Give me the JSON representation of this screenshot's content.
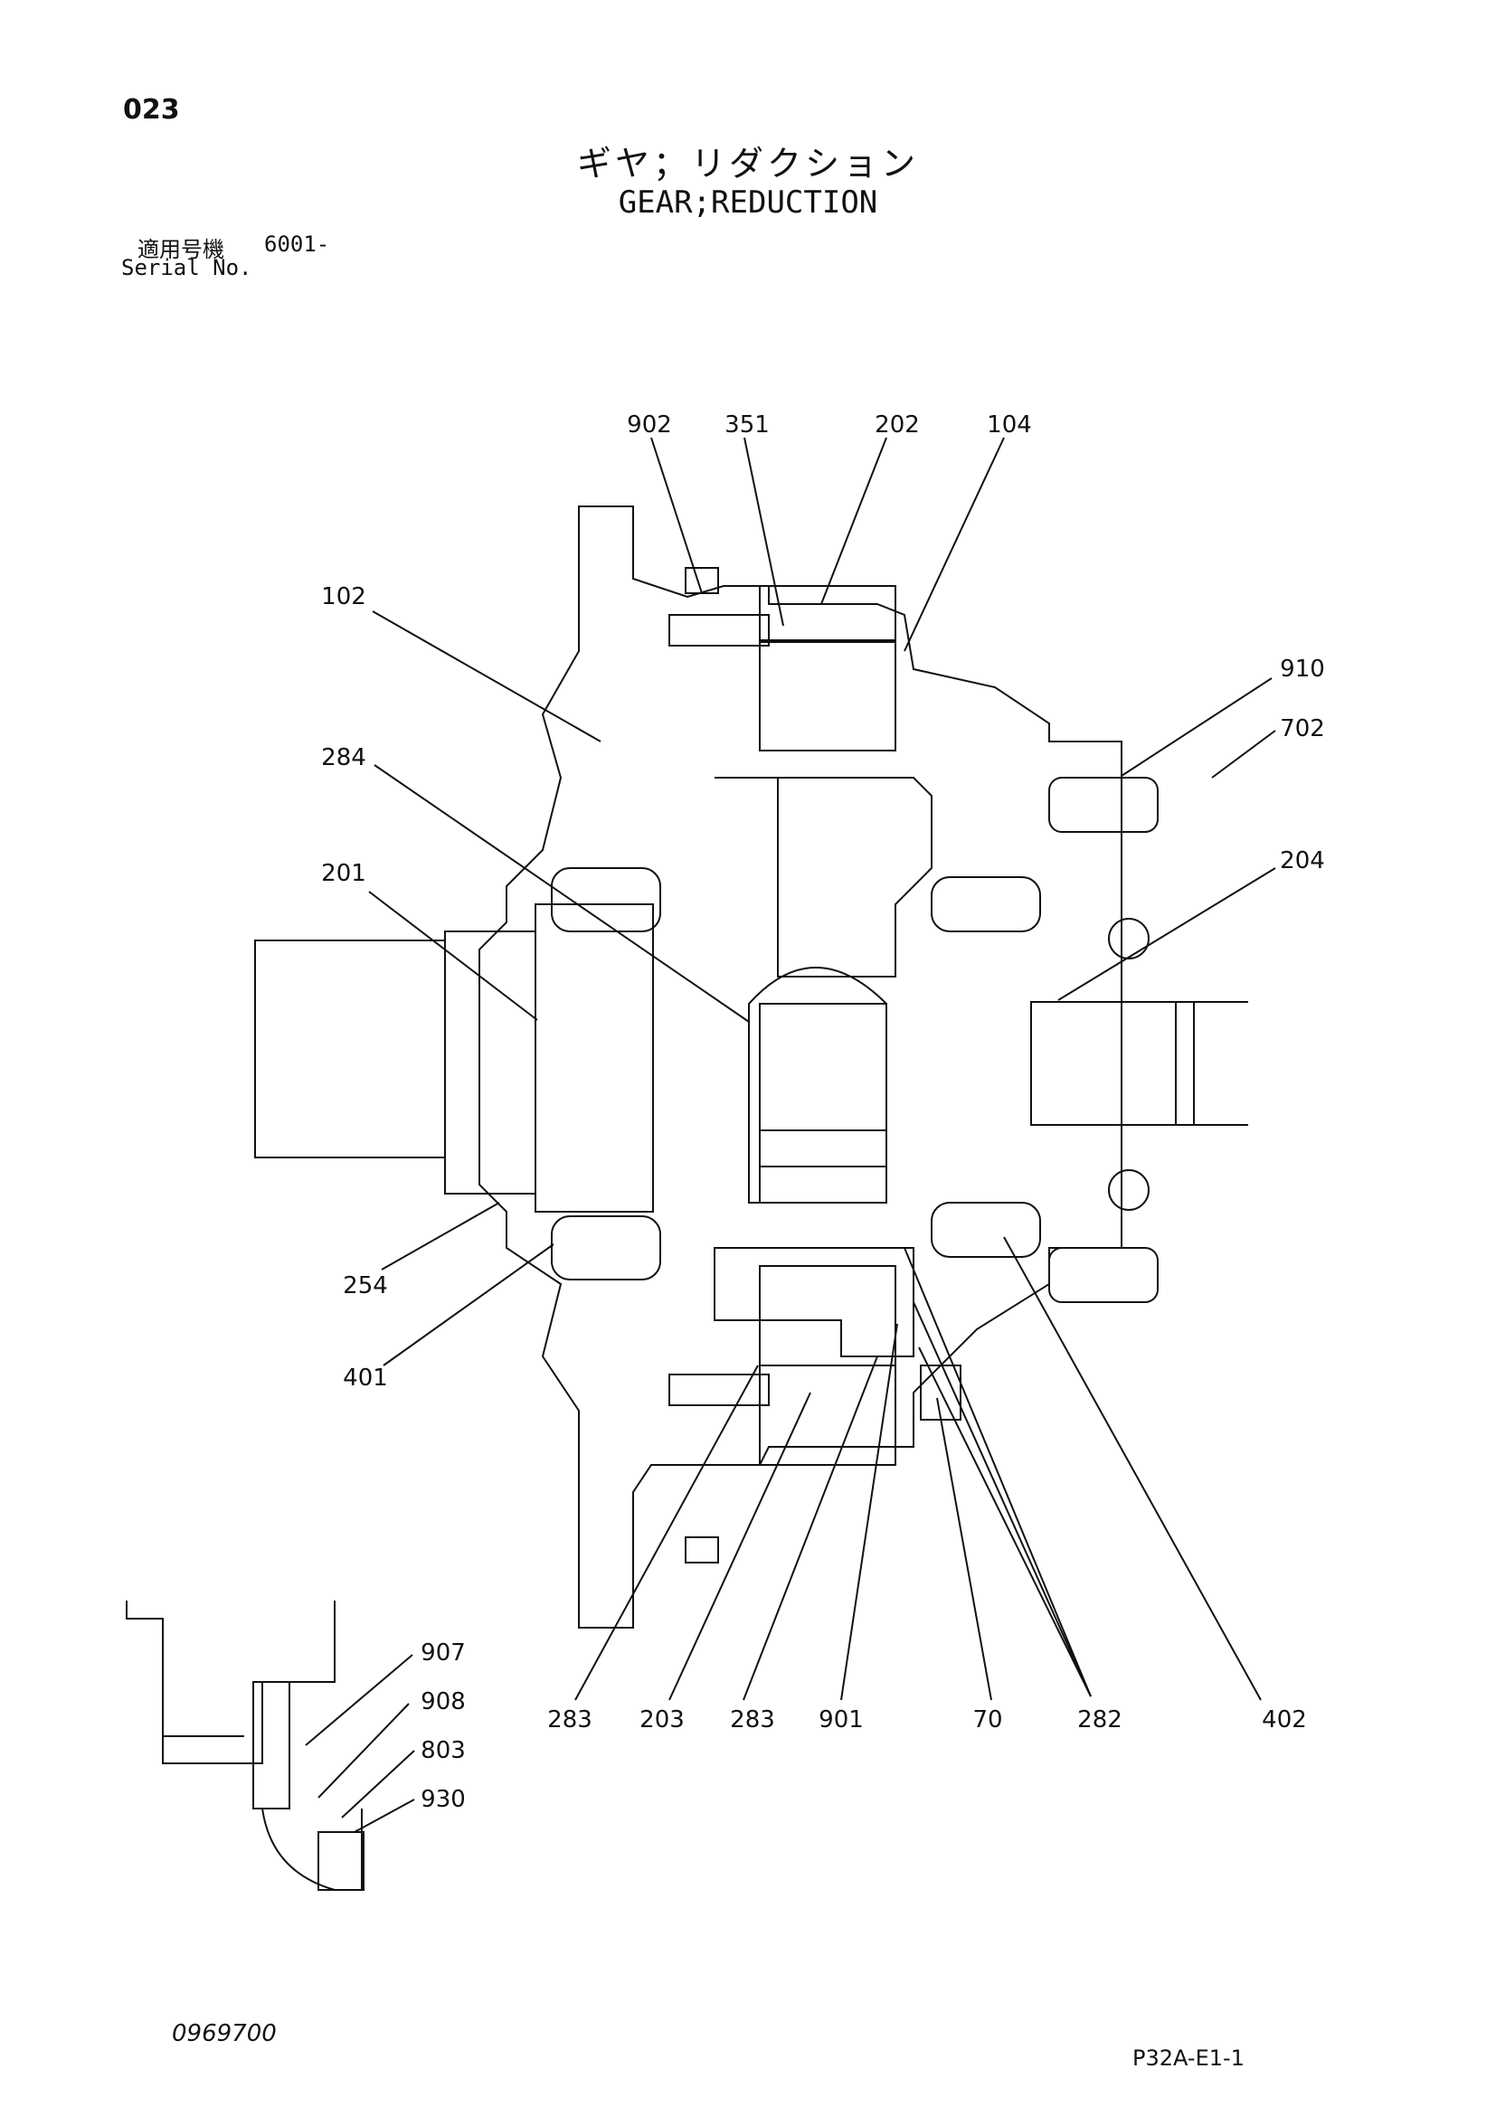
{
  "header": {
    "page_number": "023",
    "title_jp": "ギヤ；リダクション",
    "title_en": "GEAR;REDUCTION",
    "serial_label_jp": "適用号機",
    "serial_value": "6001-",
    "serial_label_en": "Serial No."
  },
  "footer": {
    "document_number": "0969700",
    "page_code": "P32A-E1-1"
  },
  "callouts": {
    "c902": "902",
    "c351": "351",
    "c202": "202",
    "c104": "104",
    "c102": "102",
    "c910": "910",
    "c702": "702",
    "c284": "284",
    "c204": "204",
    "c201": "201",
    "c254": "254",
    "c401": "401",
    "c283a": "283",
    "c203": "203",
    "c283b": "283",
    "c901": "901",
    "c70": "70",
    "c282": "282",
    "c402": "402",
    "c907": "907",
    "c908": "908",
    "c803": "803",
    "c930": "930"
  }
}
